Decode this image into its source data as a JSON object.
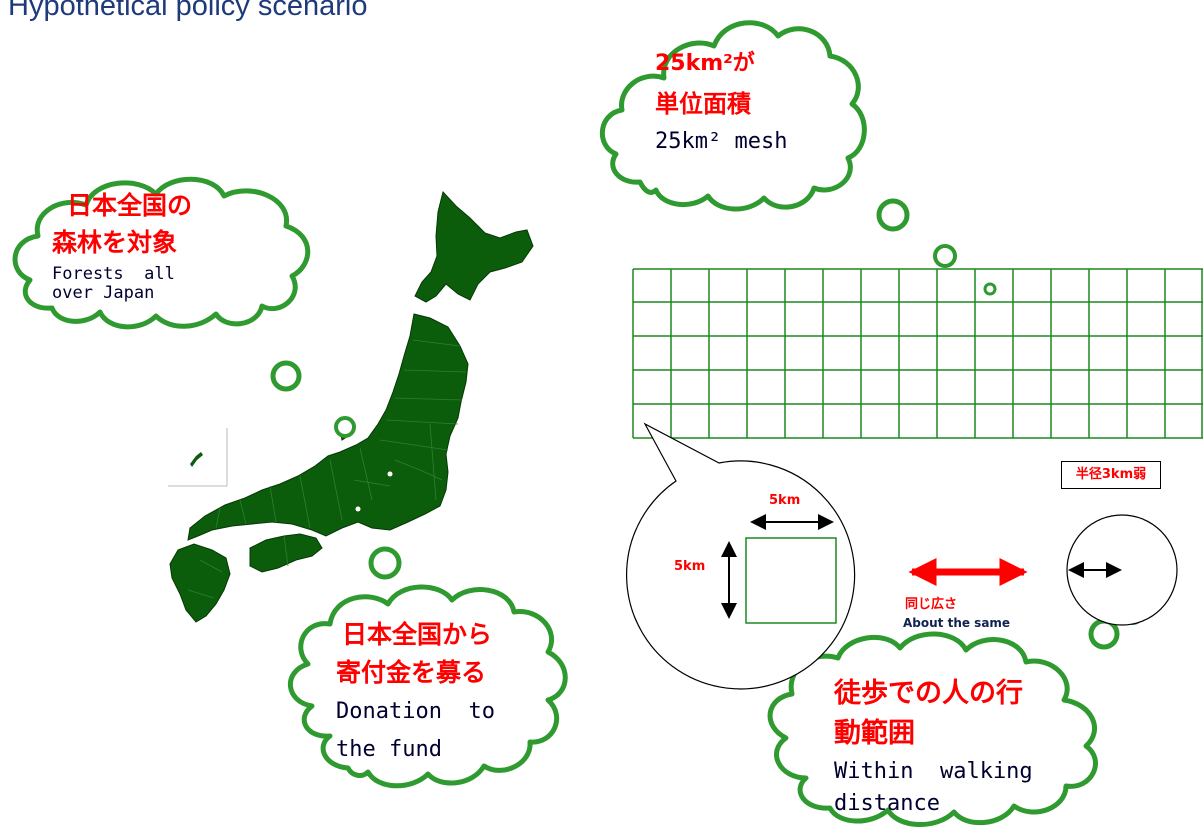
{
  "title": "Hypothetical policy scenario",
  "bubbles": {
    "forests": {
      "jp_line1": "日本全国の",
      "jp_line2": "森林を対象",
      "en_line1": "Forests  all",
      "en_line2": "over Japan"
    },
    "mesh": {
      "jp_line1": "25km²が",
      "jp_line2": "単位面積",
      "en": "25km² mesh"
    },
    "donation": {
      "jp_line1": "日本全国から",
      "jp_line2": "寄付金を募る",
      "en_line1": "Donation  to",
      "en_line2": "the fund"
    },
    "walking": {
      "jp_line1": "徒歩での人の行",
      "jp_line2": "動範囲",
      "en_line1": "Within  walking",
      "en_line2": "distance"
    }
  },
  "labels": {
    "width_5km": "5km",
    "height_5km": "5km",
    "same_jp": "同じ広さ",
    "same_en": "About the same",
    "radius_jp": "半径3km弱"
  },
  "colors": {
    "forest_green": "#006400",
    "bubble_green": "#2f9a2f",
    "accent_red": "#ff0000",
    "navy": "#10224f"
  }
}
